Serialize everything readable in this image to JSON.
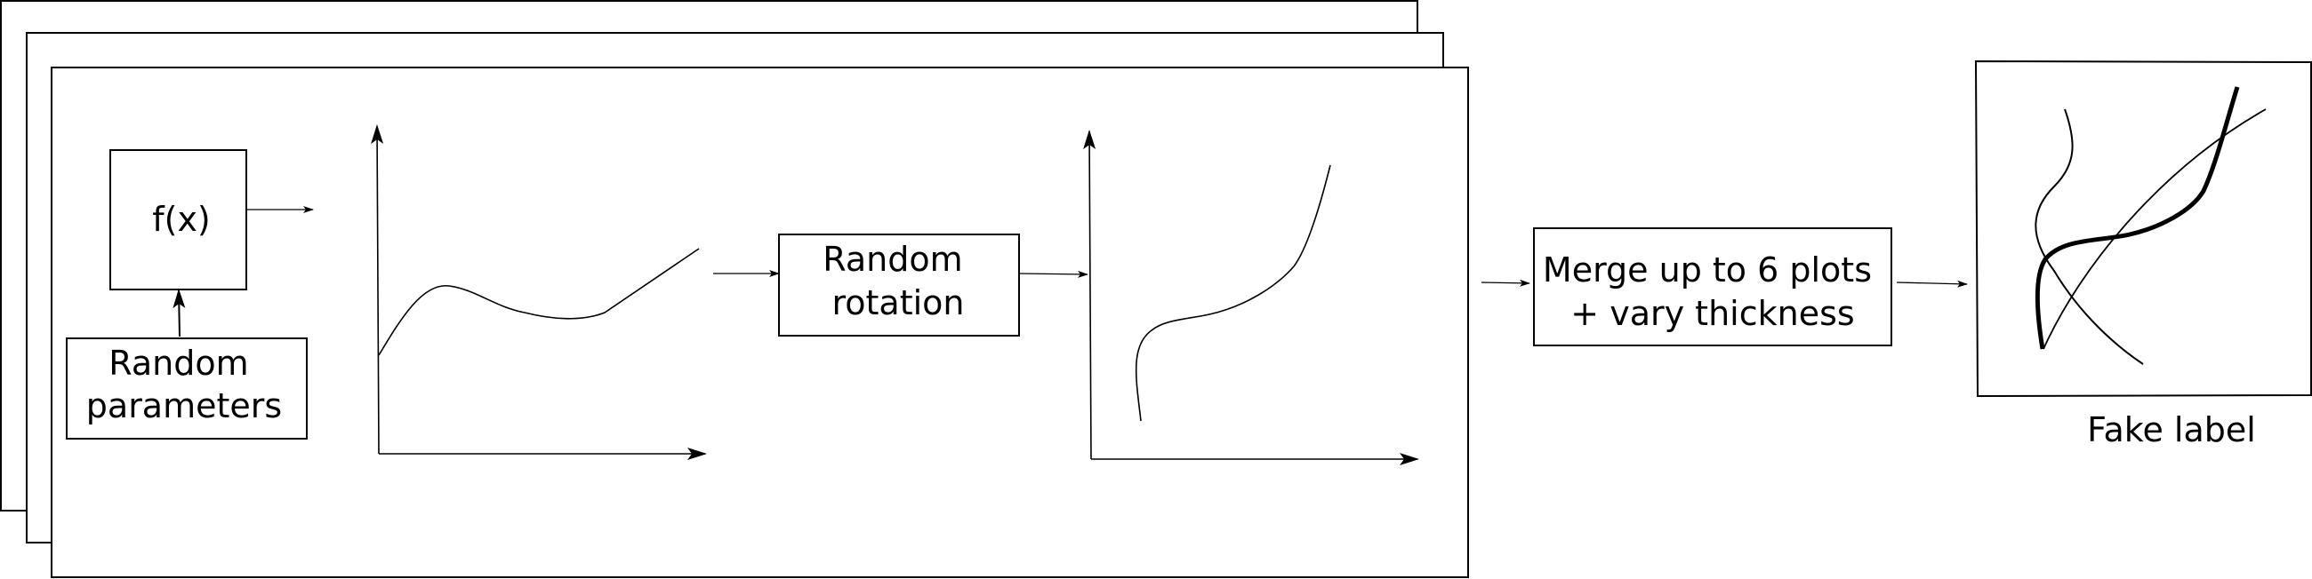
{
  "boxes": {
    "fx": "f(x)",
    "random_parameters": [
      "Random",
      "parameters"
    ],
    "random_rotation": [
      "Random",
      "rotation"
    ],
    "merge": [
      "Merge up to 6 plots",
      "+ vary thickness"
    ]
  },
  "output": {
    "caption": "Fake label"
  },
  "colors": {
    "stroke": "#000000",
    "background": "#ffffff"
  }
}
